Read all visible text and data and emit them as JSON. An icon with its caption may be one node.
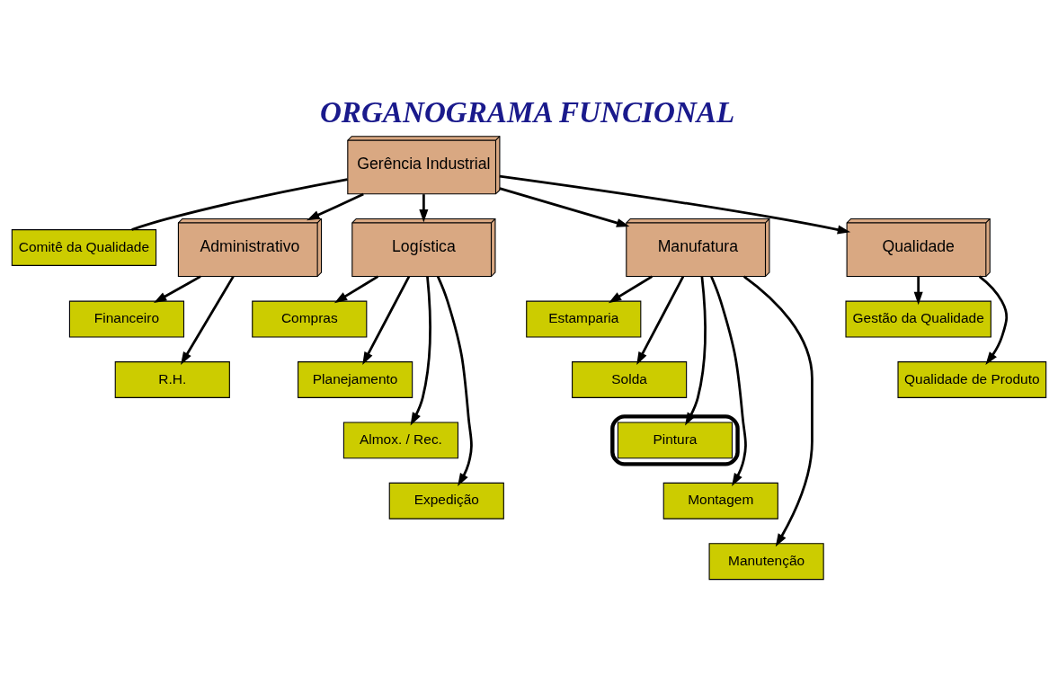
{
  "diagram": {
    "title": "ORGANOGRAMA FUNCIONAL",
    "nodes": [
      {
        "text": [
          "Gerência Industrial"
        ]
      },
      {
        "text": [
          "Comitê da Qualidade"
        ]
      },
      {
        "text": [
          "Administrativo"
        ]
      },
      {
        "text": [
          "Logística"
        ]
      },
      {
        "text": [
          "Manufatura"
        ]
      },
      {
        "text": [
          "Qualidade"
        ]
      },
      {
        "text": [
          "Financeiro"
        ]
      },
      {
        "text": [
          "R.H."
        ]
      },
      {
        "text": [
          "Compras"
        ]
      },
      {
        "text": [
          "Planejamento"
        ]
      },
      {
        "text": [
          "Almox. / Rec."
        ]
      },
      {
        "text": [
          "Expedição"
        ]
      },
      {
        "text": [
          "Estamparia"
        ]
      },
      {
        "text": [
          "Solda"
        ]
      },
      {
        "text": [],
        "shape": "ellipse"
      },
      {
        "text": [
          "Pintura"
        ],
        "in": 14
      },
      {
        "text": [
          "Montagem"
        ]
      },
      {
        "text": [
          "Manutenção"
        ]
      },
      {
        "text": [
          "Gestão da Qualidade"
        ]
      },
      {
        "text": [
          "Qualidade de Produto"
        ]
      }
    ],
    "edges": [
      {
        "from": 0,
        "to": 1,
        "arrow": "none"
      },
      {
        "from": 0,
        "to": 2,
        "arrow": "to"
      },
      {
        "from": 0,
        "to": 3,
        "arrow": "to"
      },
      {
        "from": 0,
        "to": 4,
        "arrow": "to"
      },
      {
        "from": 0,
        "to": 5,
        "arrow": "to"
      },
      {
        "from": 2,
        "to": 6,
        "arrow": "to"
      },
      {
        "from": 2,
        "to": 7,
        "arrow": "to"
      },
      {
        "from": 3,
        "to": 8,
        "arrow": "to"
      },
      {
        "from": 3,
        "to": 9,
        "arrow": "to"
      },
      {
        "from": 3,
        "to": 10,
        "arrow": "to"
      },
      {
        "from": 3,
        "to": 11,
        "arrow": "to"
      },
      {
        "from": 4,
        "to": 12,
        "arrow": "to"
      },
      {
        "from": 4,
        "to": 13,
        "arrow": "to"
      },
      {
        "from": 4,
        "to": 15,
        "arrow": "to"
      },
      {
        "from": 4,
        "to": 16,
        "arrow": "to"
      },
      {
        "from": 4,
        "to": 17,
        "arrow": "to"
      },
      {
        "from": 5,
        "to": 18,
        "arrow": "to"
      },
      {
        "from": 5,
        "to": 19,
        "arrow": "to"
      }
    ]
  }
}
